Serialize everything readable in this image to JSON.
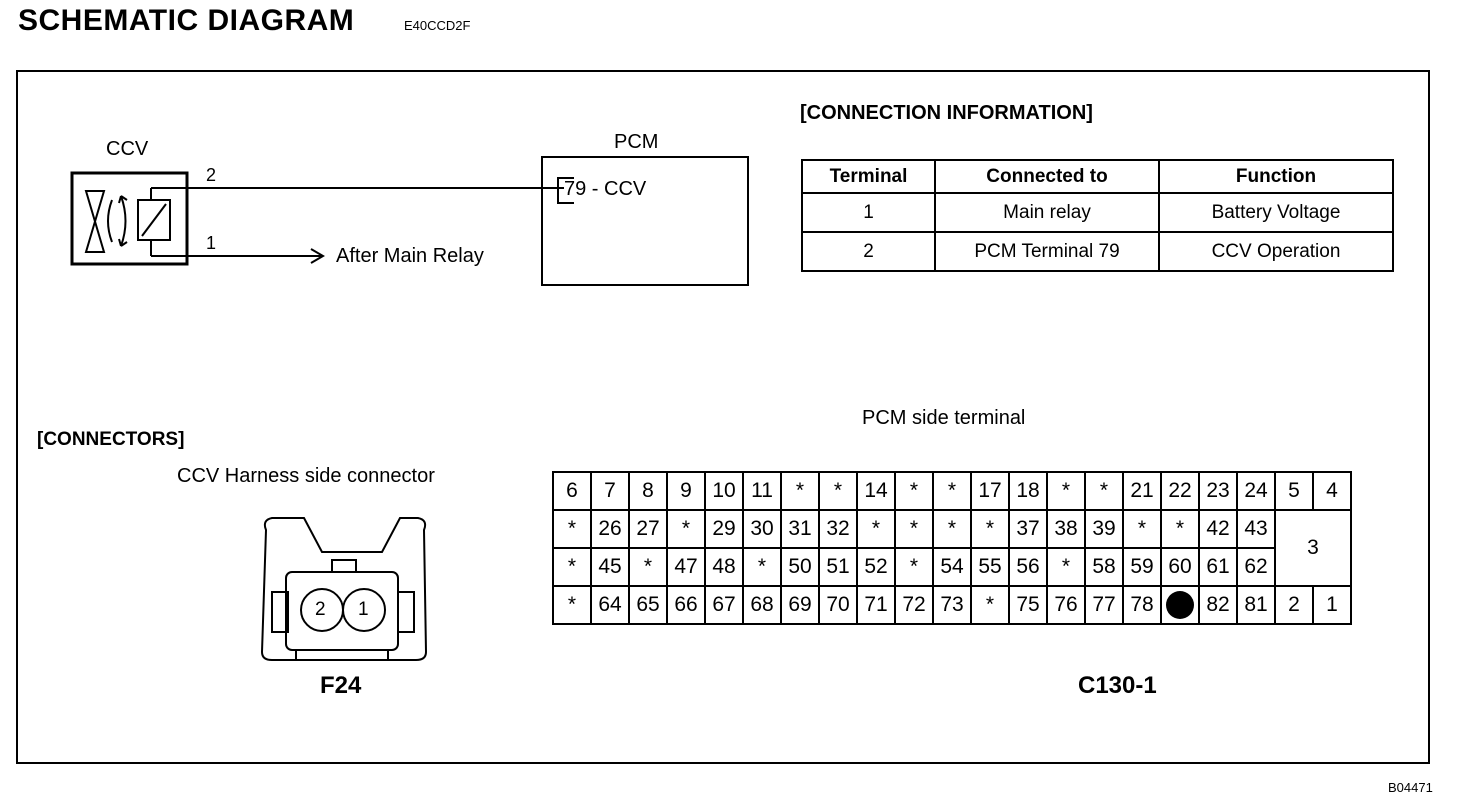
{
  "header": {
    "title": "SCHEMATIC DIAGRAM",
    "code": "E40CCD2F"
  },
  "footer": {
    "code": "B04471"
  },
  "schematic": {
    "ccv_label": "CCV",
    "pcm_label": "PCM",
    "pcm_terminal": "79 - CCV",
    "wire2_label": "2",
    "wire1_label": "1",
    "after_main_relay": "After Main Relay"
  },
  "connection_info": {
    "heading": "[CONNECTION INFORMATION]",
    "columns": [
      "Terminal",
      "Connected to",
      "Function"
    ],
    "rows": [
      [
        "1",
        "Main relay",
        "Battery Voltage"
      ],
      [
        "2",
        "PCM Terminal 79",
        "CCV Operation"
      ]
    ]
  },
  "connectors": {
    "heading": "[CONNECTORS]",
    "ccv_caption": "CCV Harness side connector",
    "ccv_pins": [
      "2",
      "1"
    ],
    "ccv_id": "F24",
    "pcm_caption": "PCM side terminal",
    "pcm_id": "C130-1",
    "pcm_grid": [
      [
        "6",
        "7",
        "8",
        "9",
        "10",
        "11",
        "*",
        "*",
        "14",
        "*",
        "*",
        "17",
        "18",
        "*",
        "*",
        "21",
        "22",
        "23",
        "24",
        "5",
        "4"
      ],
      [
        "*",
        "26",
        "27",
        "*",
        "29",
        "30",
        "31",
        "32",
        "*",
        "*",
        "*",
        "*",
        "37",
        "38",
        "39",
        "*",
        "*",
        "42",
        "43",
        "3"
      ],
      [
        "*",
        "45",
        "*",
        "47",
        "48",
        "*",
        "50",
        "51",
        "52",
        "*",
        "54",
        "55",
        "56",
        "*",
        "58",
        "59",
        "60",
        "61",
        "62"
      ],
      [
        "*",
        "64",
        "65",
        "66",
        "67",
        "68",
        "69",
        "70",
        "71",
        "72",
        "73",
        "*",
        "75",
        "76",
        "77",
        "78",
        "●",
        "82",
        "81",
        "2",
        "1"
      ]
    ]
  }
}
